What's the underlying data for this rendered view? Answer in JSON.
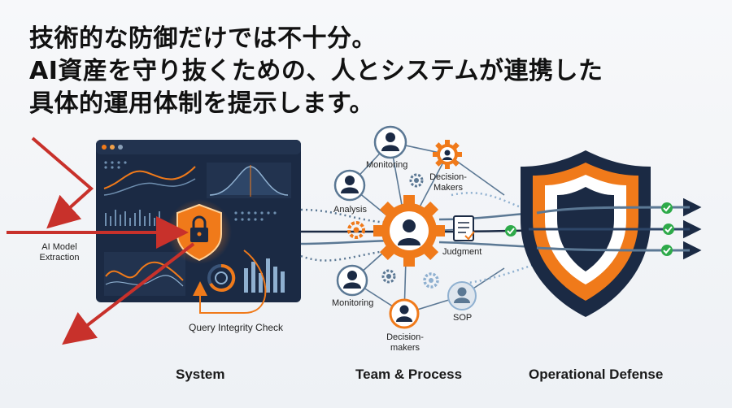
{
  "headline": {
    "line1": "技術的な防御だけでは不十分。",
    "line2": "AI資産を守り抜くための、人とシステムが連携した",
    "line3": "具体的運用体制を提示します。"
  },
  "labels": {
    "attack": "AI Model Extraction",
    "query_check": "Query Integrity Check",
    "monitoring_top": "Monitoring",
    "decision_top": "Decision-Makers",
    "analysis": "Analysis",
    "judgment": "Judgment",
    "monitoring_bottom": "Monitoring",
    "sop": "SOP",
    "decision_bottom": "Decision-makers"
  },
  "sections": {
    "system": "System",
    "team": "Team & Process",
    "defense": "Operational Defense"
  },
  "colors": {
    "navy": "#1b2a44",
    "orange": "#f07a1a",
    "red": "#c8312b",
    "steel": "#5b7894",
    "green": "#2eaa4a"
  },
  "icons": [
    "lock-shield-icon",
    "person-icon",
    "gear-icon",
    "document-checklist-icon",
    "check-icon",
    "defense-shield-icon"
  ]
}
